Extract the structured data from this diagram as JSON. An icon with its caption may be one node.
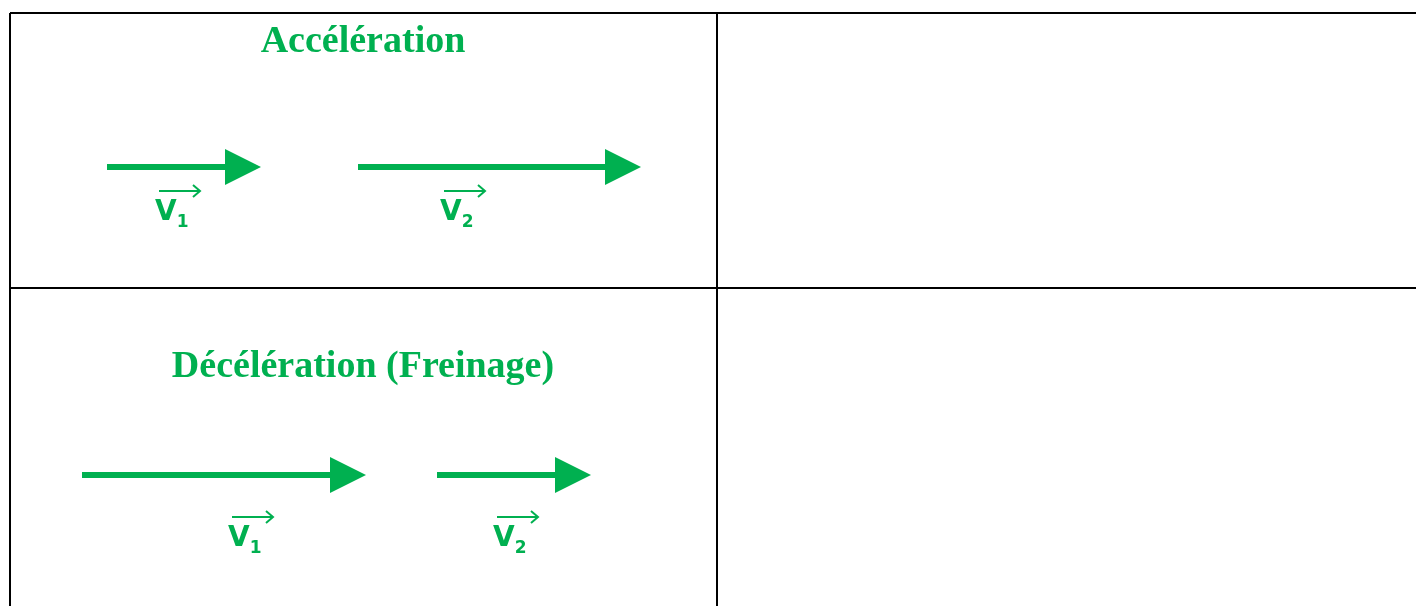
{
  "diagram": {
    "labels": [
      "Accélération",
      "V$_{1}$",
      "V$_{2}$",
      "Décélération (Freinage)",
      "V$_{1}$",
      "V$_{2}$"
    ]
  }
}
